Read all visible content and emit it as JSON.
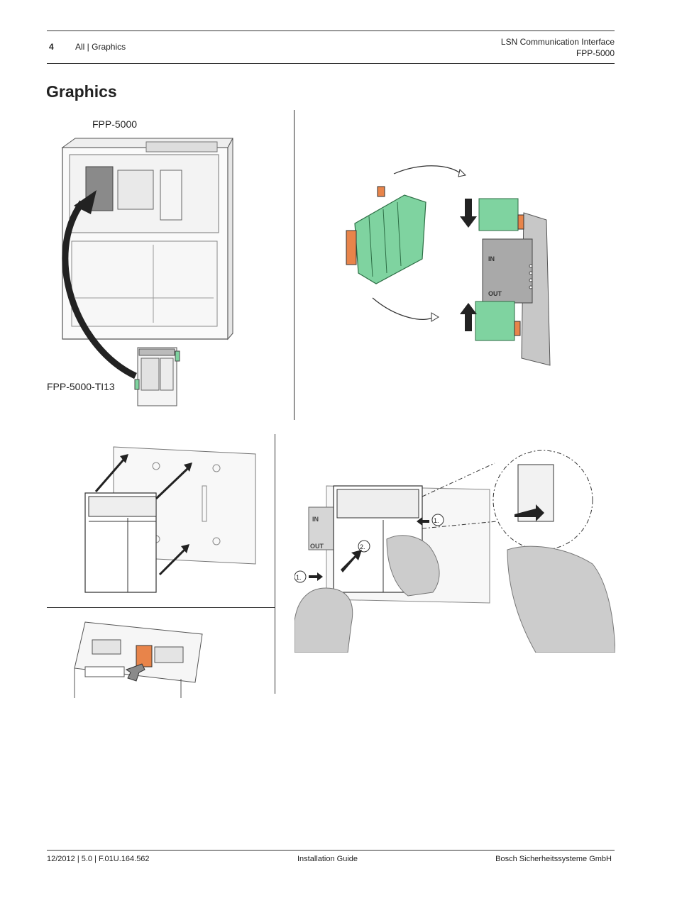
{
  "header": {
    "page_number": "4",
    "section": "All | Graphics",
    "doc_title": "LSN Communication Interface",
    "product": "FPP-5000"
  },
  "page_title": "Graphics",
  "figure1": {
    "label_top": "FPP-5000",
    "label_bottom": "FPP-5000-TI13"
  },
  "figure2": {
    "in_label": "IN",
    "out_label": "OUT"
  },
  "figure4": {
    "in_label": "IN",
    "out_label": "OUT",
    "step1": "1.",
    "step2": "2.",
    "step1b": "1."
  },
  "footer": {
    "left": "12/2012 | 5.0 | F.01U.164.562",
    "center": "Installation Guide",
    "right": "Bosch Sicherheitssysteme GmbH"
  },
  "colors": {
    "module_green": "#7fd3a0",
    "accent_orange": "#e8844a",
    "hand_gray": "#cccccc"
  }
}
